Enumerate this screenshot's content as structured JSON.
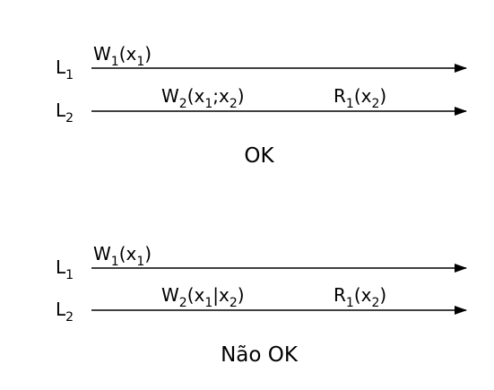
{
  "diagrams": [
    {
      "lines": [
        {
          "name": "L",
          "sub": "1",
          "ops": [
            {
              "letter": "W",
              "sub": "1",
              "pre": "(x",
              "psub": "1",
              "post": ")"
            }
          ]
        },
        {
          "name": "L",
          "sub": "2",
          "ops": [
            {
              "letter": "W",
              "sub": "2",
              "pre": "(x",
              "psub": "1",
              "mid": ";x",
              "msub": "2",
              "post": ")"
            },
            {
              "letter": "R",
              "sub": "1",
              "pre": "(x",
              "psub": "2",
              "post": ")"
            }
          ]
        }
      ],
      "verdict": "OK"
    },
    {
      "lines": [
        {
          "name": "L",
          "sub": "1",
          "ops": [
            {
              "letter": "W",
              "sub": "1",
              "pre": "(x",
              "psub": "1",
              "post": ")"
            }
          ]
        },
        {
          "name": "L",
          "sub": "2",
          "ops": [
            {
              "letter": "W",
              "sub": "2",
              "pre": "(x",
              "psub": "1",
              "mid": "|x",
              "msub": "2",
              "post": ")"
            },
            {
              "letter": "R",
              "sub": "1",
              "pre": "(x",
              "psub": "2",
              "post": ")"
            }
          ]
        }
      ],
      "verdict": "Não OK"
    }
  ]
}
